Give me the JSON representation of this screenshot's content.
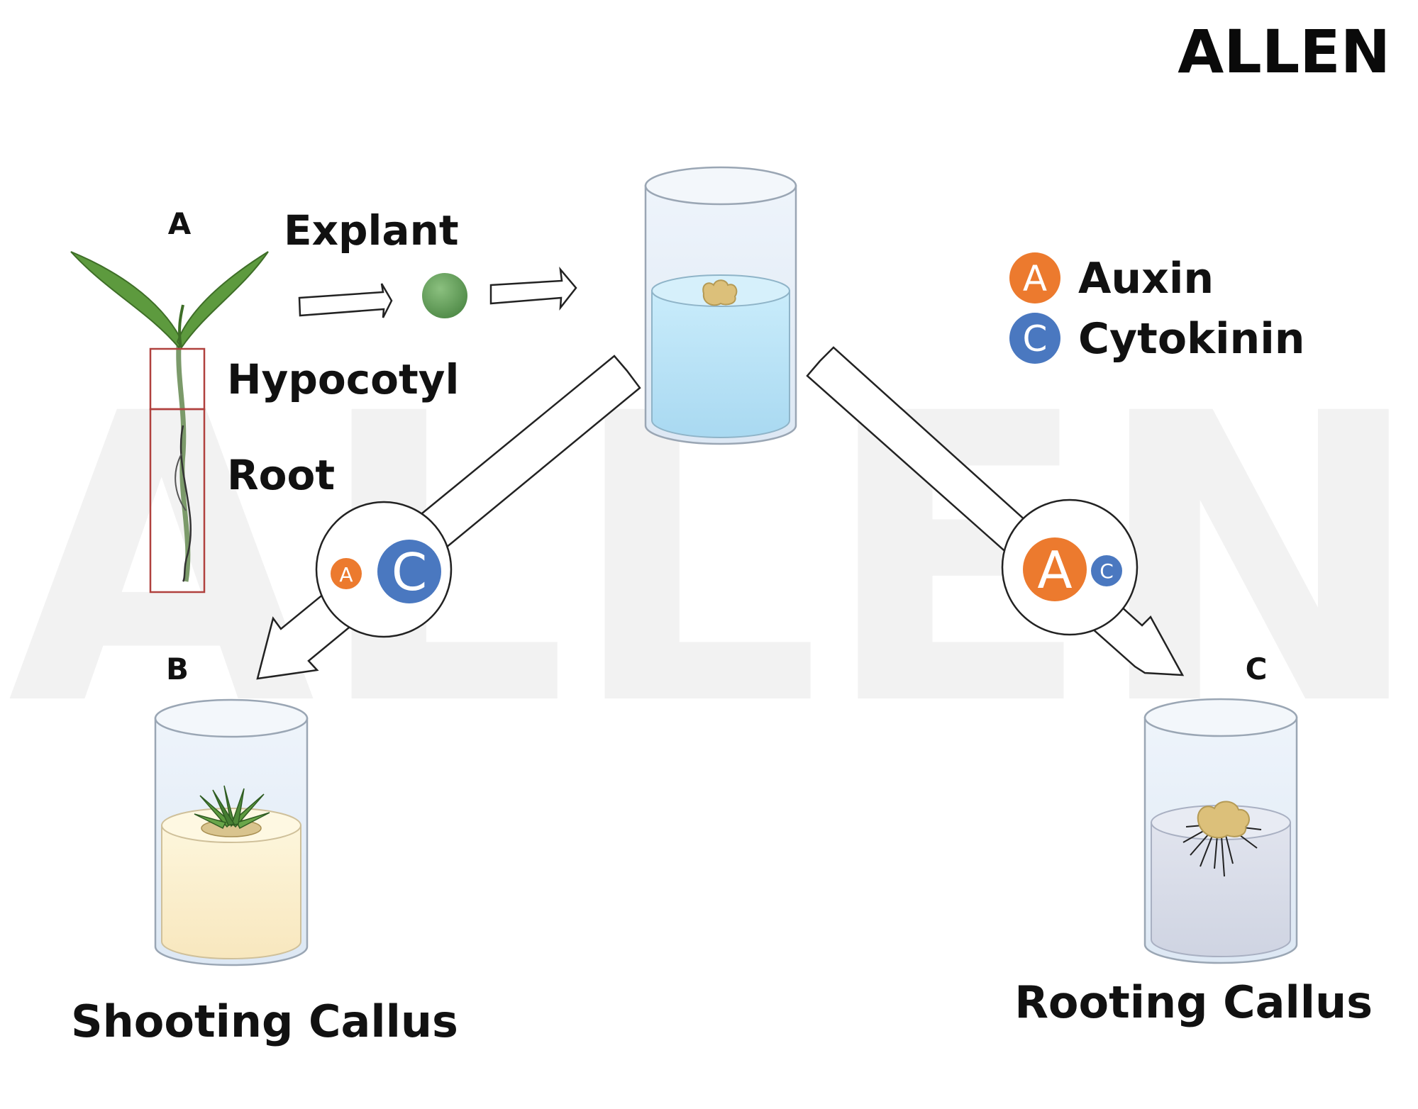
{
  "brand": {
    "logo_text": "ALLEN",
    "watermark_text": "ALLEN"
  },
  "labels": {
    "stage_a": "A",
    "stage_b": "B",
    "stage_c": "C",
    "explant": "Explant",
    "hypocotyl": "Hypocotyl",
    "root": "Root",
    "shooting_callus": "Shooting Callus",
    "rooting_callus": "Rooting Callus"
  },
  "legend": {
    "items": [
      {
        "letter": "A",
        "name": "Auxin",
        "color": "#ec7a2e"
      },
      {
        "letter": "C",
        "name": "Cytokinin",
        "color": "#4a78c0"
      }
    ]
  },
  "hormone_ratios": {
    "to_shoot": {
      "auxin_letter": "A",
      "cytokinin_letter": "C",
      "dominant": "cytokinin"
    },
    "to_root": {
      "auxin_letter": "A",
      "cytokinin_letter": "C",
      "dominant": "auxin"
    }
  },
  "colors": {
    "auxin": "#ec7a2e",
    "cytokinin": "#4a78c0",
    "explant_ball": "#5f9a55",
    "medium_blue": "#b9e1f5",
    "medium_cream": "#fbf0cf",
    "medium_grey": "#d9dde8",
    "callus": "#dcc07a",
    "leaf": "#5d9a3e",
    "section_box": "#b0413e"
  }
}
